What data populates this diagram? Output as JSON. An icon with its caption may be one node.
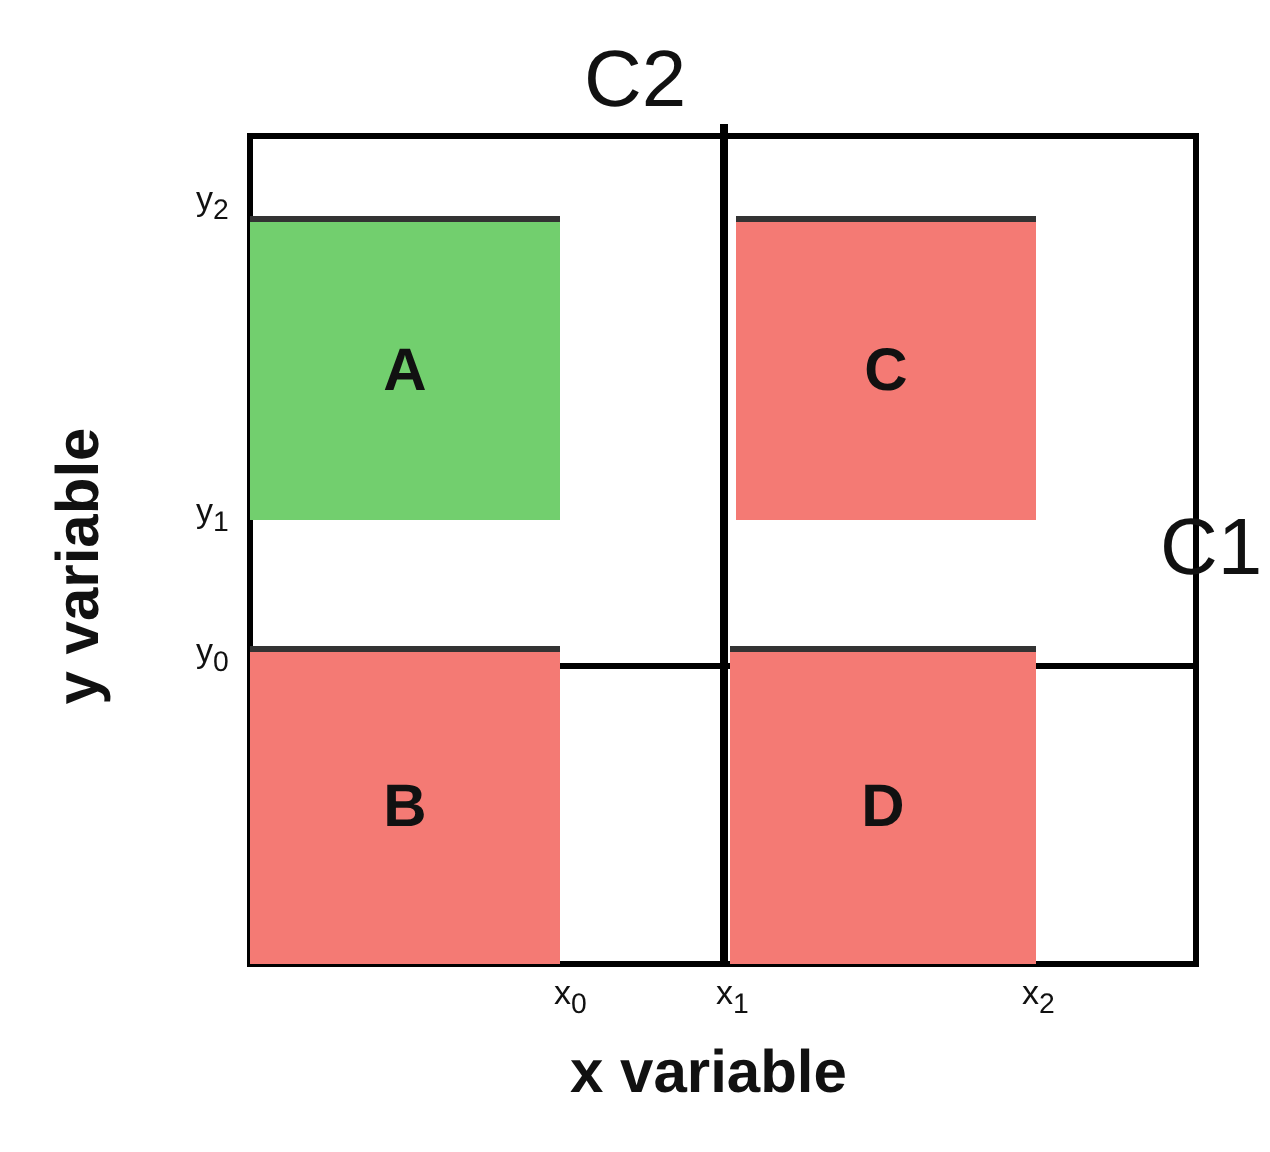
{
  "diagram": {
    "nodes": [
      {
        "text": [
          "A"
        ]
      },
      {
        "text": [
          "C"
        ]
      },
      {
        "text": [
          "B"
        ]
      },
      {
        "text": [
          "D"
        ]
      }
    ],
    "labels": [
      "C2",
      "y$_{2}$",
      "y$_{1}$",
      "C1",
      "y$_{0}$",
      "y variable",
      "x$_{0}$",
      "x$_{1}$",
      "x$_{2}$",
      "x variable"
    ]
  }
}
